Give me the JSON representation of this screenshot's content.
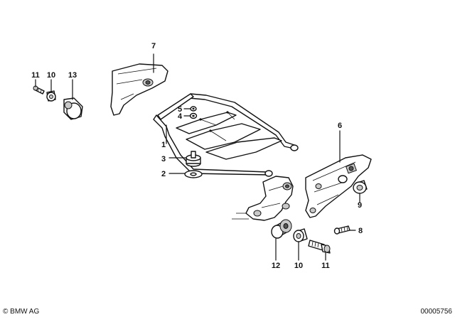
{
  "callouts": {
    "c1": "1",
    "c2": "2",
    "c3": "3",
    "c4": "4",
    "c5": "5",
    "c6": "6",
    "c7": "7",
    "c8": "8",
    "c9": "9",
    "c10a": "10",
    "c10b": "10",
    "c11a": "11",
    "c11b": "11",
    "c12": "12",
    "c13": "13"
  },
  "footer": {
    "copyright": "© BMW AG",
    "drawing_number": "00005756"
  }
}
